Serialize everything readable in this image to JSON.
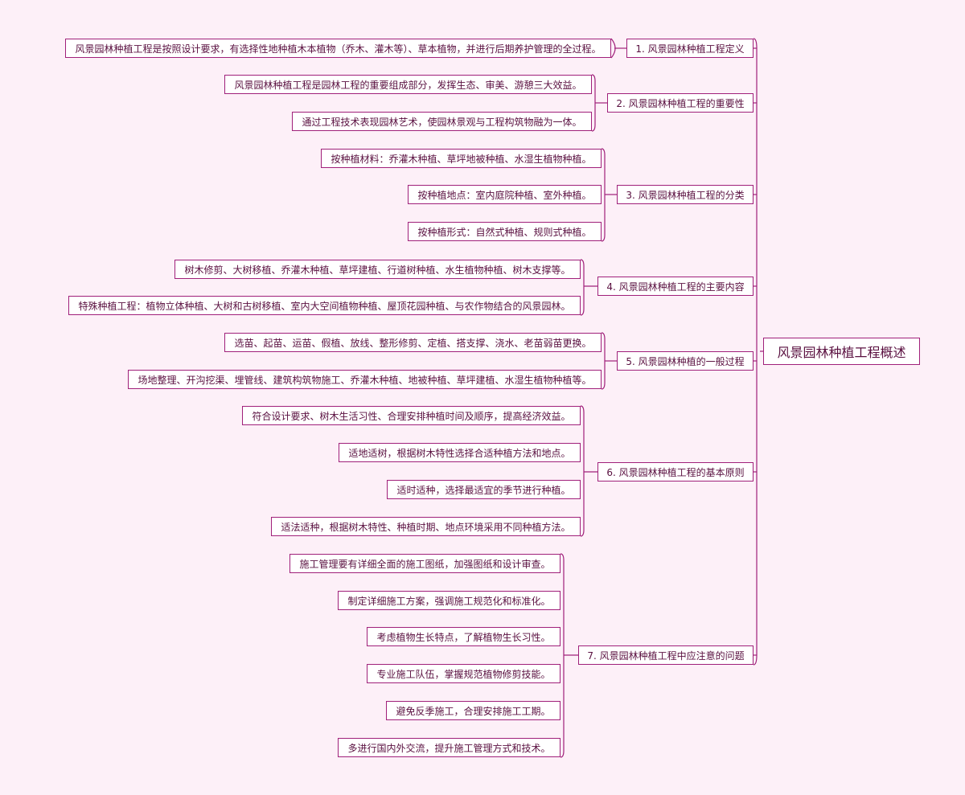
{
  "root": {
    "label": "风景园林种植工程概述"
  },
  "topics": [
    {
      "label": "1.  风景园林种植工程定义",
      "leaves": [
        "风景园林种植工程是按照设计要求，有选择性地种植木本植物（乔木、灌木等）、草本植物，并进行后期养护管理的全过程。"
      ]
    },
    {
      "label": "2.  风景园林种植工程的重要性",
      "leaves": [
        "风景园林种植工程是园林工程的重要组成部分，发挥生态、审美、游憩三大效益。",
        "通过工程技术表现园林艺术，使园林景观与工程构筑物融为一体。"
      ]
    },
    {
      "label": "3.  风景园林种植工程的分类",
      "leaves": [
        "按种植材料：乔灌木种植、草坪地被种植、水湿生植物种植。",
        "按种植地点：室内庭院种植、室外种植。",
        "按种植形式：自然式种植、规则式种植。"
      ]
    },
    {
      "label": "4.  风景园林种植工程的主要内容",
      "leaves": [
        "树木修剪、大树移植、乔灌木种植、草坪建植、行道树种植、水生植物种植、树木支撑等。",
        "特殊种植工程：植物立体种植、大树和古树移植、室内大空间植物种植、屋顶花园种植、与农作物结合的风景园林。"
      ]
    },
    {
      "label": "5.  风景园林种植的一般过程",
      "leaves": [
        "选苗、起苗、运苗、假植、放线、整形修剪、定植、搭支撑、浇水、老苗弱苗更换。",
        "场地整理、开沟挖渠、埋管线、建筑构筑物施工、乔灌木种植、地被种植、草坪建植、水湿生植物种植等。"
      ]
    },
    {
      "label": "6.  风景园林种植工程的基本原则",
      "leaves": [
        "符合设计要求、树木生活习性、合理安排种植时间及顺序，提高经济效益。",
        "适地适树，根据树木特性选择合适种植方法和地点。",
        "适时适种，选择最适宜的季节进行种植。",
        "适法适种，根据树木特性、种植时期、地点环境采用不同种植方法。"
      ]
    },
    {
      "label": "7.  风景园林种植工程中应注意的问题",
      "leaves": [
        "施工管理要有详细全面的施工图纸，加强图纸和设计审查。",
        "制定详细施工方案，强调施工规范化和标准化。",
        "考虑植物生长特点，了解植物生长习性。",
        "专业施工队伍，掌握规范植物修剪技能。",
        "避免反季施工，合理安排施工工期。",
        "多进行国内外交流，提升施工管理方式和技术。"
      ]
    }
  ],
  "colors": {
    "line": "#a0207a",
    "text": "#5a1040",
    "background": "#fdf0f8"
  }
}
